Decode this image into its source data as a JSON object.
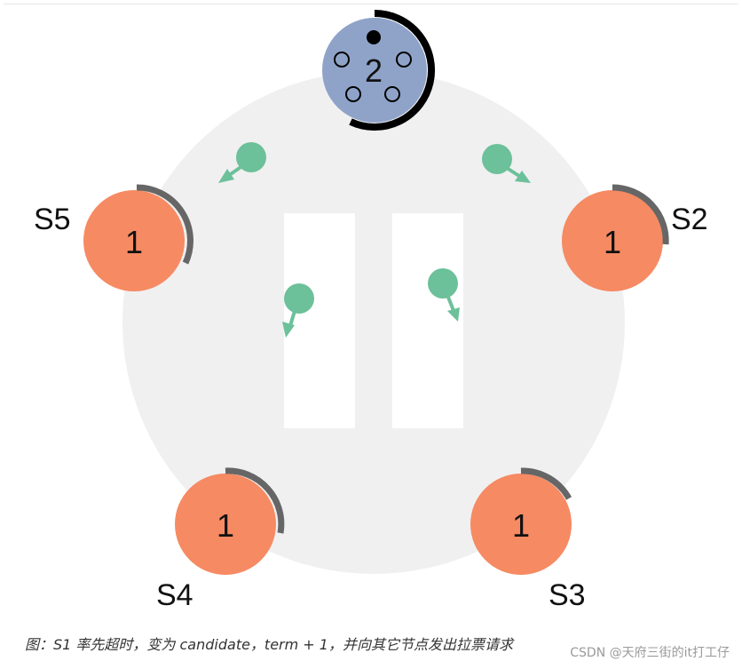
{
  "colors": {
    "leader_fill": "#8fa3c9",
    "follower_fill": "#f68a63",
    "ring_gray": "#f0f0f0",
    "timer_arc_gray": "#666666",
    "message": "#6cc09a"
  },
  "servers": [
    {
      "id": "S1",
      "term": "2",
      "label": "",
      "role": "candidate"
    },
    {
      "id": "S2",
      "term": "1",
      "label": "S2",
      "role": "follower"
    },
    {
      "id": "S3",
      "term": "1",
      "label": "S3",
      "role": "follower"
    },
    {
      "id": "S4",
      "term": "1",
      "label": "S4",
      "role": "follower"
    },
    {
      "id": "S5",
      "term": "1",
      "label": "S5",
      "role": "follower"
    }
  ],
  "caption": "图：S1 率先超时，变为 candidate，term + 1，并向其它节点发出拉票请求",
  "watermark": "CSDN @天府三街的it打工仔"
}
